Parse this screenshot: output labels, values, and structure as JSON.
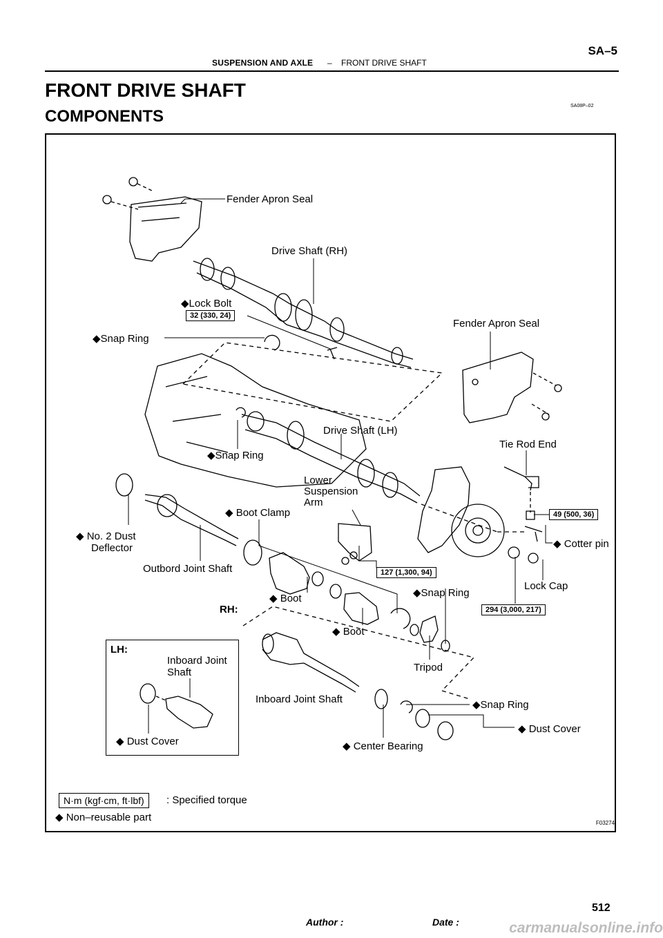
{
  "header": {
    "section": "SUSPENSION AND AXLE",
    "dash": "–",
    "subsection": "FRONT DRIVE SHAFT",
    "page_code": "SA–5"
  },
  "doc_code": "SA08P–02",
  "title": "FRONT DRIVE SHAFT",
  "subtitle": "COMPONENTS",
  "figure": {
    "code": "F03274",
    "labels": {
      "fender_apron_seal_top": "Fender Apron Seal",
      "drive_shaft_rh": "Drive Shaft (RH)",
      "lock_bolt": "◆Lock Bolt",
      "torque_lock_bolt": "32 (330, 24)",
      "fender_apron_seal_right": "Fender Apron Seal",
      "snap_ring_1": "◆Snap Ring",
      "drive_shaft_lh": "Drive Shaft (LH)",
      "tie_rod_end": "Tie Rod End",
      "snap_ring_2": "◆Snap Ring",
      "lower_susp_arm_1": "Lower",
      "lower_susp_arm_2": "Suspension",
      "lower_susp_arm_3": "Arm",
      "boot_clamp": "◆ Boot Clamp",
      "torque_tie_rod": "49 (500, 36)",
      "dust_deflector_1": "◆ No. 2 Dust",
      "dust_deflector_2": "Deflector",
      "cotter_pin": "◆ Cotter pin",
      "outbord_joint_shaft": "Outbord Joint Shaft",
      "torque_lower_arm": "127 (1,300, 94)",
      "lock_cap": "Lock Cap",
      "snap_ring_3": "◆Snap Ring",
      "boot_1": "◆ Boot",
      "rh": "RH:",
      "torque_hub_nut": "294 (3,000, 217)",
      "boot_2": "◆ Boot",
      "lh": "LH:",
      "inboard_joint_shaft_lh_1": "Inboard Joint",
      "inboard_joint_shaft_lh_2": "Shaft",
      "tripod": "Tripod",
      "inboard_joint_shaft": "Inboard Joint Shaft",
      "snap_ring_4": "◆Snap Ring",
      "dust_cover_right": "◆ Dust Cover",
      "dust_cover_lh": "◆ Dust Cover",
      "center_bearing": "◆ Center Bearing"
    },
    "legend": {
      "unit_box": "N·m (kgf·cm, ft·lbf)",
      "unit_text": ": Specified torque",
      "non_reusable": "◆ Non–reusable part"
    }
  },
  "footer": {
    "author_label": "Author :",
    "date_label": "Date :",
    "page_number": "512"
  },
  "watermark": "carmanualsonline.info"
}
